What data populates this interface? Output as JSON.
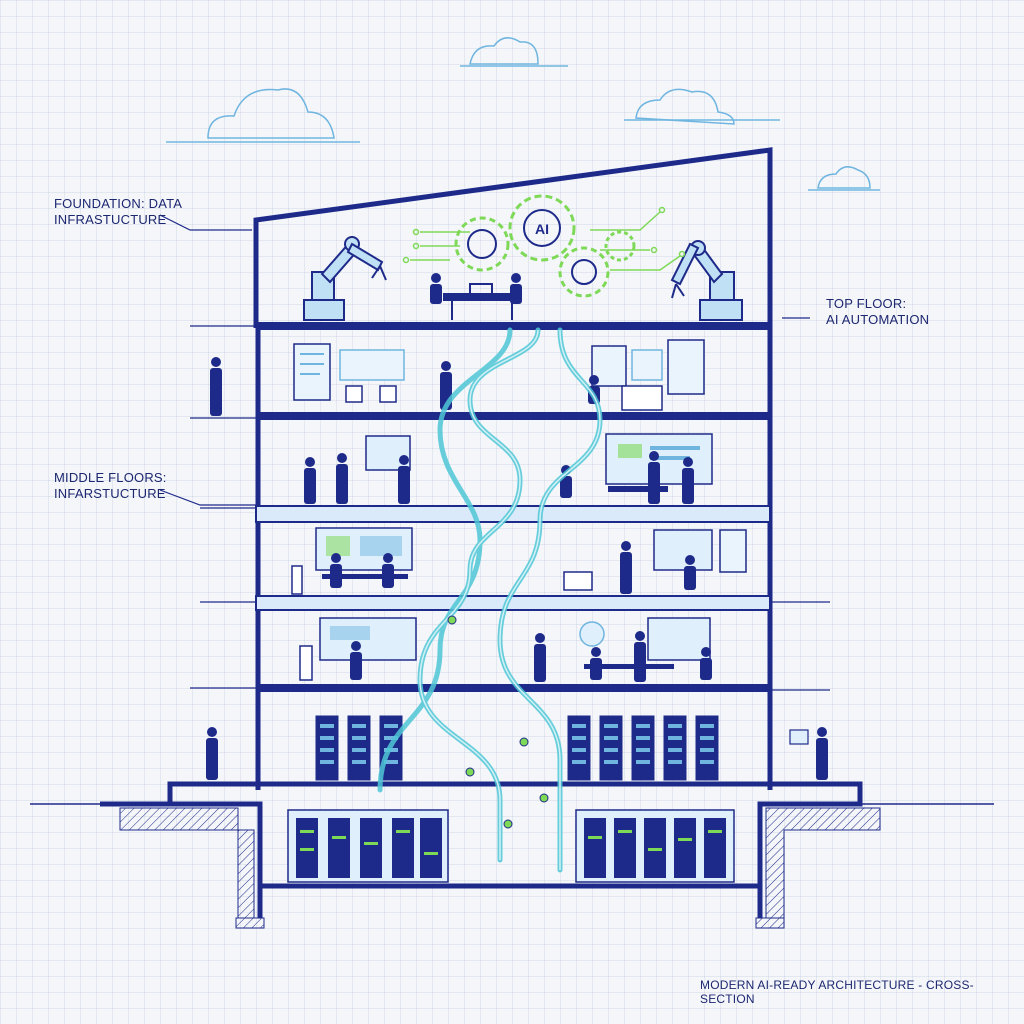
{
  "callouts": {
    "foundation": {
      "line1": "FOUNDATION: DATA",
      "line2": "INFRASTUCTURE"
    },
    "middle": {
      "line1": "MIDDLE FLOORS:",
      "line2": "INFARSTUCTURE"
    },
    "top": {
      "line1": "TOP FLOOR:",
      "line2": "AI AUTOMATION"
    }
  },
  "gear_label": "AI",
  "footer_caption": "MODERN AI-READY ARCHITECTURE - CROSS-SECTION",
  "colors": {
    "navy": "#1e2a8a",
    "light_blue": "#6fb5e0",
    "cyan": "#4fc7d6",
    "lime": "#7ed957",
    "paper": "#f4f6fa"
  },
  "icons": [
    "cloud-icon",
    "robot-arm-icon",
    "gear-icon",
    "server-rack-icon",
    "person-icon",
    "monitor-icon",
    "desk-icon",
    "chair-icon"
  ]
}
